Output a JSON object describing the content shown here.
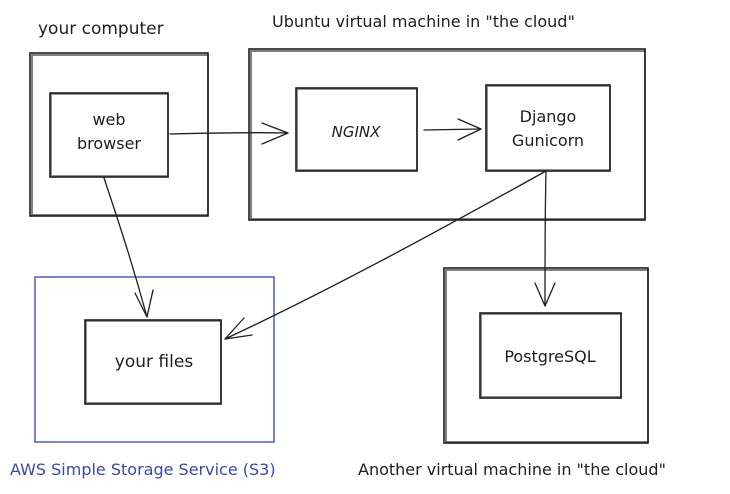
{
  "labels": {
    "your_computer": "your computer",
    "ubuntu_vm": "Ubuntu virtual machine in \"the cloud\"",
    "s3": "AWS Simple Storage Service (S3)",
    "another_vm": "Another virtual machine in \"the cloud\""
  },
  "nodes": {
    "browser_line1": "web",
    "browser_line2": "browser",
    "nginx": "NGINX",
    "django_line1": "Django",
    "django_line2": "Gunicorn",
    "files": "your files",
    "postgres": "PostgreSQL"
  },
  "colors": {
    "ink": "#1e1e1e",
    "s3_blue": "#3f51b5"
  }
}
